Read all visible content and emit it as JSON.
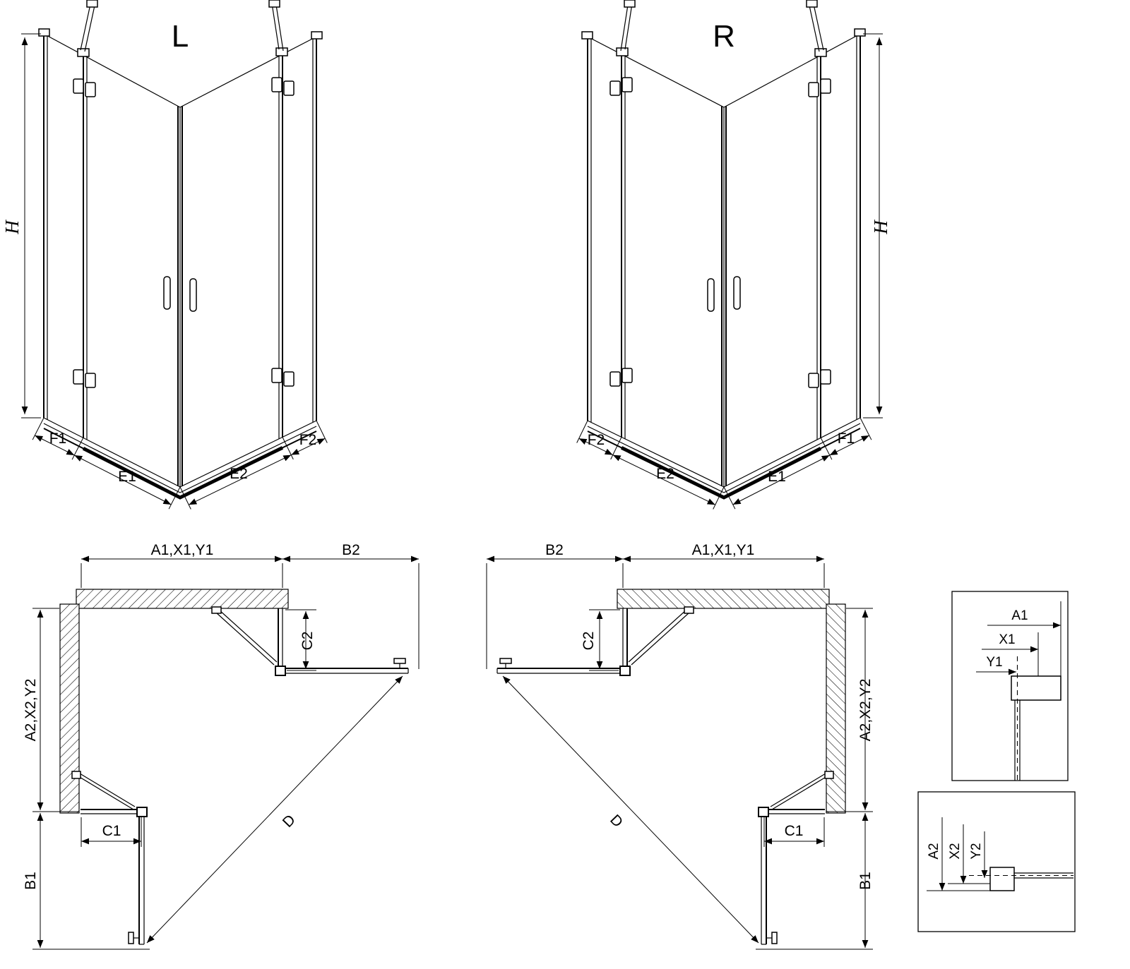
{
  "colors": {
    "line": "#000000",
    "background": "#ffffff"
  },
  "front_views": {
    "left": {
      "variant_label": "L",
      "height": "H",
      "f1": "F1",
      "e1": "E1",
      "e2": "E2",
      "f2": "F2"
    },
    "right": {
      "variant_label": "R",
      "height": "H",
      "f1": "F1",
      "e1": "E1",
      "e2": "E2",
      "f2": "F2"
    }
  },
  "plan_views": {
    "left": {
      "width": "A1,X1,Y1",
      "b2": "B2",
      "c2": "C2",
      "depth": "A2,X2,Y2",
      "c1": "C1",
      "b1": "B1",
      "d": "D"
    },
    "right": {
      "width": "A1,X1,Y1",
      "b2": "B2",
      "c2": "C2",
      "depth": "A2,X2,Y2",
      "c1": "C1",
      "b1": "B1",
      "d": "D"
    }
  },
  "detail_views": {
    "width_section": {
      "a1": "A1",
      "x1": "X1",
      "y1": "Y1"
    },
    "depth_section": {
      "a2": "A2",
      "x2": "X2",
      "y2": "Y2"
    }
  }
}
